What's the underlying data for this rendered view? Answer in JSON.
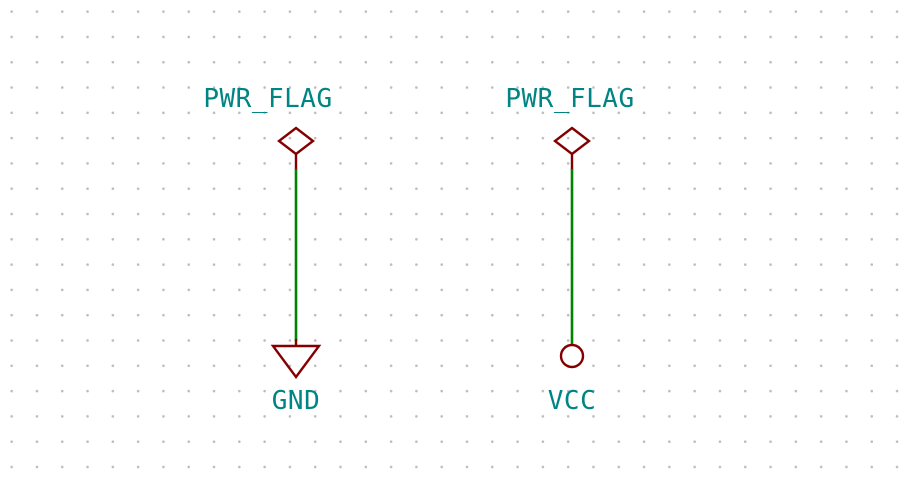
{
  "colors": {
    "canvas_bg": "#ffffff",
    "grid_dot": "#bdbdbd",
    "symbol": "#840000",
    "wire": "#008400",
    "label": "#008484"
  },
  "schematic": {
    "symbols": [
      {
        "flag_label": "PWR_FLAG",
        "net_label": "GND"
      },
      {
        "flag_label": "PWR_FLAG",
        "net_label": "VCC"
      }
    ]
  }
}
